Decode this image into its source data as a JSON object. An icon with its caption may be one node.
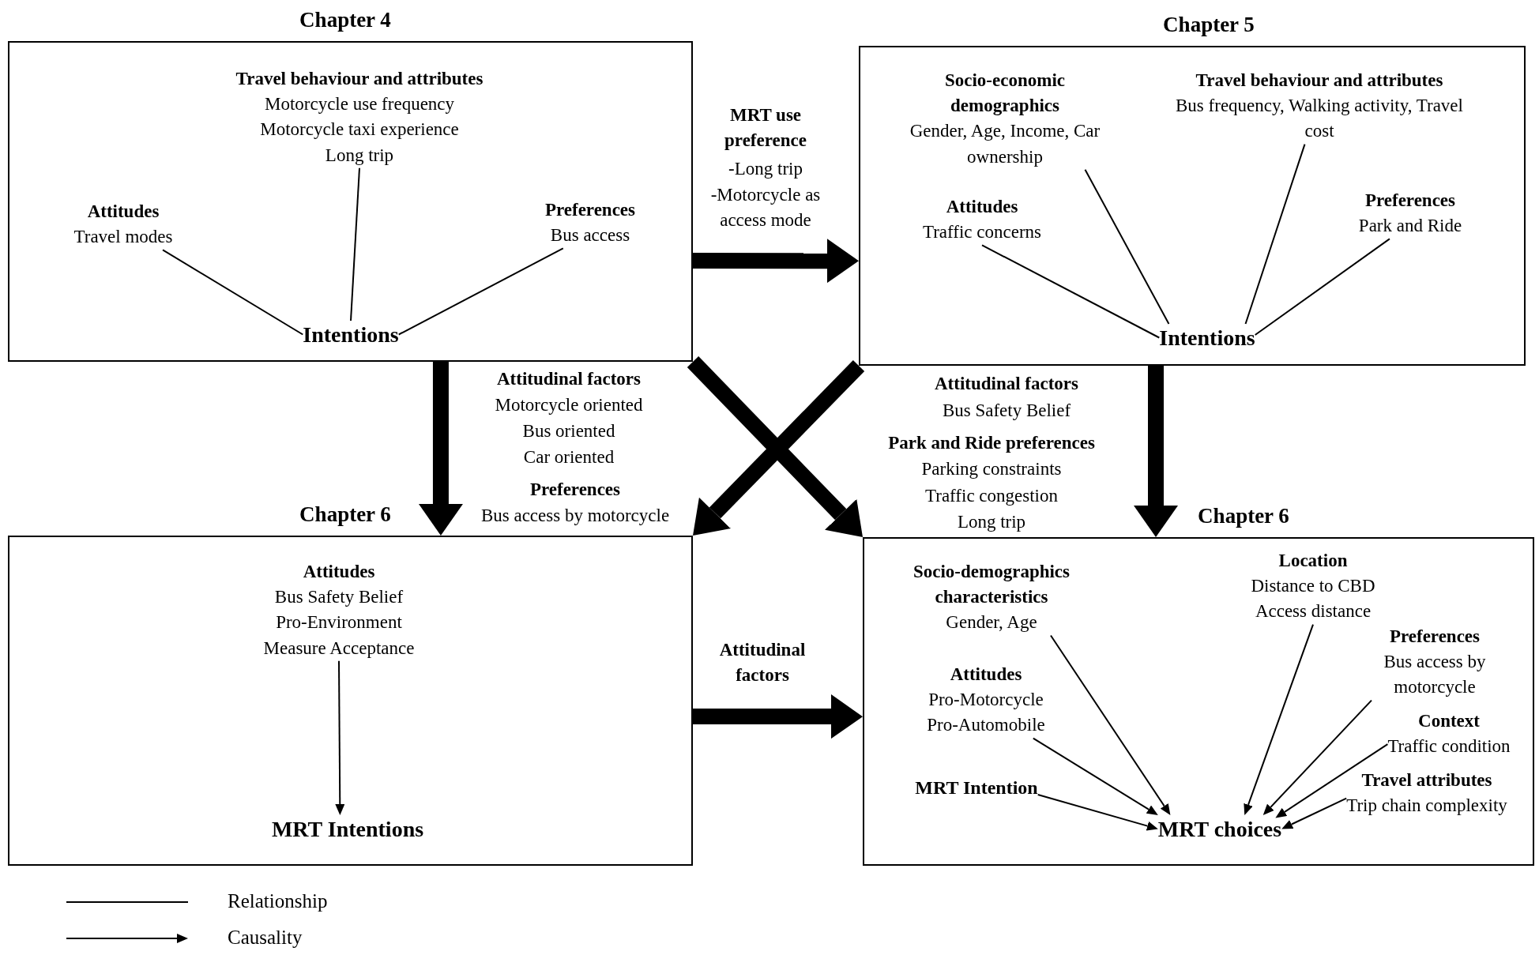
{
  "diagram": {
    "nodes": [
      {
        "text": [
          "Chapter 4"
        ]
      },
      {
        "text": [
          "Travel behaviour and attributes",
          "Motorcycle use frequency",
          "Motorcycle taxi experience",
          "Long trip"
        ],
        "in": 0
      },
      {
        "text": [
          "Attitudes",
          "Travel modes"
        ],
        "in": 0
      },
      {
        "text": [
          "Preferences",
          "Bus access"
        ],
        "in": 0
      },
      {
        "text": [
          "Intentions"
        ],
        "in": 0
      },
      {
        "text": [
          "Chapter 5"
        ]
      },
      {
        "text": [
          "Socio-economic demographics",
          "Gender, Age, Income, Car ownership"
        ],
        "in": 5
      },
      {
        "text": [
          "Travel behaviour and attributes",
          "Bus frequency, Walking activity, Travel cost"
        ],
        "in": 5
      },
      {
        "text": [
          "Attitudes",
          "Traffic concerns"
        ],
        "in": 5
      },
      {
        "text": [
          "Preferences",
          "Park and Ride"
        ],
        "in": 5
      },
      {
        "text": [
          "Intentions"
        ],
        "in": 5
      },
      {
        "text": [
          "Chapter 6"
        ]
      },
      {
        "text": [
          "Attitudes",
          "Bus Safety Belief",
          "Pro-Environment",
          "Measure Acceptance"
        ],
        "in": 11
      },
      {
        "text": [
          "MRT Intentions"
        ],
        "in": 11
      },
      {
        "text": [
          "Chapter 6"
        ]
      },
      {
        "text": [
          "Socio-demographics characteristics",
          "Gender, Age"
        ],
        "in": 14
      },
      {
        "text": [
          "Attitudes",
          "Pro-Motorcycle",
          "Pro-Automobile"
        ],
        "in": 14
      },
      {
        "text": [
          "MRT Intention"
        ],
        "in": 14
      },
      {
        "text": [
          "Location",
          "Distance to CBD",
          "Access distance"
        ],
        "in": 14
      },
      {
        "text": [
          "Preferences",
          "Bus access by motorcycle"
        ],
        "in": 14
      },
      {
        "text": [
          "Context",
          "Traffic condition"
        ],
        "in": 14
      },
      {
        "text": [
          "Travel attributes",
          "Trip chain complexity"
        ],
        "in": 14
      },
      {
        "text": [
          "MRT choices"
        ],
        "in": 14
      }
    ],
    "edges": [
      {
        "from": 1,
        "to": 4,
        "arrow": "none"
      },
      {
        "from": 2,
        "to": 4,
        "arrow": "none"
      },
      {
        "from": 3,
        "to": 4,
        "arrow": "none"
      },
      {
        "from": 8,
        "to": 10,
        "arrow": "none"
      },
      {
        "from": 6,
        "to": 10,
        "arrow": "none"
      },
      {
        "from": 7,
        "to": 10,
        "arrow": "none"
      },
      {
        "from": 9,
        "to": 10,
        "arrow": "none"
      },
      {
        "from": 0,
        "to": 5,
        "arrow": "to",
        "style": "thick"
      },
      {
        "from": 0,
        "to": 11,
        "arrow": "to",
        "style": "thick"
      },
      {
        "from": 0,
        "to": 14,
        "arrow": "to",
        "style": "thick"
      },
      {
        "from": 5,
        "to": 11,
        "arrow": "to",
        "style": "thick"
      },
      {
        "from": 5,
        "to": 14,
        "arrow": "to",
        "style": "thick"
      },
      {
        "from": 12,
        "to": 13,
        "arrow": "to"
      },
      {
        "from": 11,
        "to": 14,
        "arrow": "to",
        "style": "thick",
        "label": "Attitudinal factors"
      },
      {
        "from": 15,
        "to": 22,
        "arrow": "to"
      },
      {
        "from": 16,
        "to": 22,
        "arrow": "to"
      },
      {
        "from": 17,
        "to": 22,
        "arrow": "to"
      },
      {
        "from": 18,
        "to": 22,
        "arrow": "to"
      },
      {
        "from": 19,
        "to": 22,
        "arrow": "to"
      },
      {
        "from": 20,
        "to": 22,
        "arrow": "to"
      },
      {
        "from": 21,
        "to": 22,
        "arrow": "to"
      }
    ],
    "labels": [
      "MRT use preference",
      "-Long trip",
      "-Motorcycle as access mode",
      "Attitudinal factors",
      "Motorcycle oriented",
      "Bus oriented",
      "Car oriented",
      "Preferences",
      "Bus access by motorcycle",
      "Attitudinal factors",
      "Bus Safety Belief",
      "Park and Ride preferences",
      "Parking constraints",
      "Traffic congestion",
      "Long trip"
    ],
    "legend": [
      {
        "text": "Relationship"
      },
      {
        "text": "Causality"
      }
    ]
  }
}
